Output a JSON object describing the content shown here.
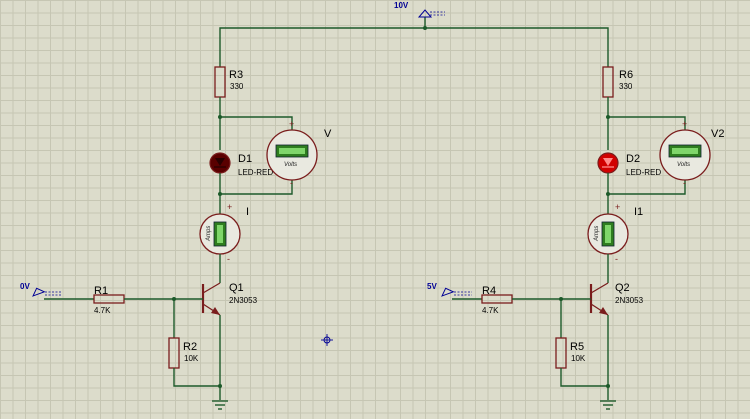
{
  "supply": {
    "label": "10V"
  },
  "left": {
    "input": "0V",
    "r_base": {
      "ref": "R1",
      "value": "4.7K"
    },
    "r_pull": {
      "ref": "R2",
      "value": "10K"
    },
    "r_led": {
      "ref": "R3",
      "value": "330"
    },
    "led": {
      "ref": "D1",
      "value": "LED-RED",
      "lit": false
    },
    "transistor": {
      "ref": "Q1",
      "value": "2N3053"
    },
    "voltmeter": {
      "ref": "V",
      "unit": "Volts"
    },
    "ammeter": {
      "ref": "I",
      "unit": "Amps"
    }
  },
  "right": {
    "input": "5V",
    "r_base": {
      "ref": "R4",
      "value": "4.7K"
    },
    "r_pull": {
      "ref": "R5",
      "value": "10K"
    },
    "r_led": {
      "ref": "R6",
      "value": "330"
    },
    "led": {
      "ref": "D2",
      "value": "LED-RED",
      "lit": true
    },
    "transistor": {
      "ref": "Q2",
      "value": "2N3053"
    },
    "voltmeter": {
      "ref": "V2",
      "unit": "Volts"
    },
    "ammeter": {
      "ref": "I1",
      "unit": "Amps"
    }
  },
  "meter_signs": {
    "plus": "+",
    "minus": "-"
  },
  "colors": {
    "led_on": "#d10000",
    "led_off": "#5a0000",
    "display": "#2e7d1f"
  }
}
